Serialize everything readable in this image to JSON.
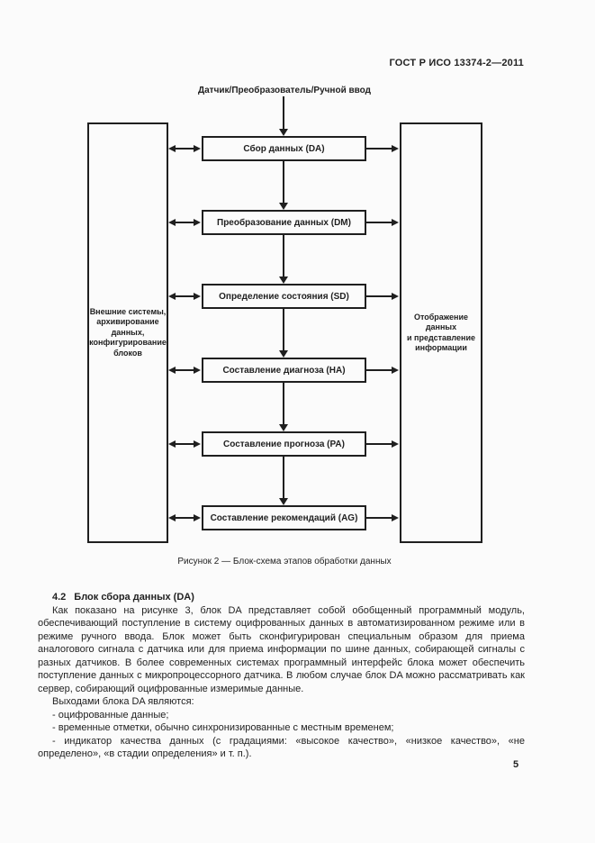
{
  "page": {
    "header_title": "ГОСТ Р ИСО 13374-2—2011",
    "page_number": "5"
  },
  "diagram": {
    "input_label": "Датчик/Преобразователь/Ручной ввод",
    "left_panel_label": "Внешние системы,\nархивирование\nданных,\nконфигурирование\nблоков",
    "right_panel_label": "Отображение\nданных\nи представление\nинформации",
    "boxes": [
      "Сбор данных (DA)",
      "Преобразование данных (DM)",
      "Определение состояния (SD)",
      "Составление диагноза (HA)",
      "Составление прогноза (PA)",
      "Составление рекомендаций (AG)"
    ],
    "caption": "Рисунок 2 — Блок-схема этапов обработки данных"
  },
  "section": {
    "heading_number": "4.2",
    "heading_title": "Блок сбора данных (DA)",
    "paragraph_1": "Как показано на рисунке 3, блок DA представляет собой обобщенный программный модуль, обеспечивающий поступление в систему оцифрованных данных в автоматизированном режиме или в режиме ручного ввода. Блок может быть сконфигурирован специальным образом для приема аналогового сигнала с датчика или для приема информации по шине данных, собирающей сигналы с разных датчиков. В более современных системах программный интерфейс блока может обеспечить поступление данных с микропроцессорного датчика. В любом случае блок DA можно рассматривать как сервер, собирающий оцифрованные измеримые данные.",
    "outputs_intro": "Выходами блока DA являются:",
    "outputs": [
      "- оцифрованные данные;",
      "- временные отметки, обычно синхронизированные с местным временем;",
      "- индикатор качества данных (с градациями: «высокое качество», «низкое качество», «не определено», «в стадии определения» и т. п.)."
    ]
  },
  "colors": {
    "ink": "#1f1f1f",
    "page_background": "#fbfbfb"
  }
}
